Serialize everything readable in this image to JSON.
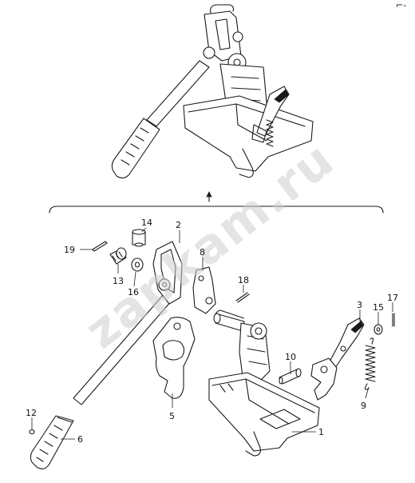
{
  "diagram": {
    "watermark": "zapkam.ru",
    "corner_mark": "⌐-",
    "callouts": [
      {
        "id": "c1",
        "label": "1"
      },
      {
        "id": "c2",
        "label": "2"
      },
      {
        "id": "c3",
        "label": "3"
      },
      {
        "id": "c5",
        "label": "5"
      },
      {
        "id": "c6",
        "label": "6"
      },
      {
        "id": "c8",
        "label": "8"
      },
      {
        "id": "c9",
        "label": "9"
      },
      {
        "id": "c10",
        "label": "10"
      },
      {
        "id": "c12",
        "label": "12"
      },
      {
        "id": "c13",
        "label": "13"
      },
      {
        "id": "c14",
        "label": "14"
      },
      {
        "id": "c15",
        "label": "15"
      },
      {
        "id": "c16",
        "label": "16"
      },
      {
        "id": "c17",
        "label": "17"
      },
      {
        "id": "c18",
        "label": "18"
      },
      {
        "id": "c19",
        "label": "19"
      }
    ]
  }
}
